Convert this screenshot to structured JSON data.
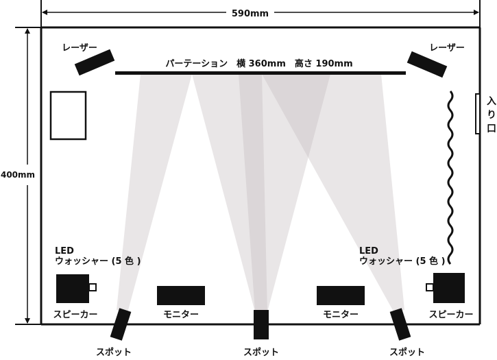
{
  "dimensions": {
    "width_label": "590mm",
    "height_label": "400mm"
  },
  "partition": {
    "label": "パーテーション　横 360mm　高さ 190mm"
  },
  "lasers": [
    {
      "label": "レーザー"
    },
    {
      "label": "レーザー"
    }
  ],
  "entrance": {
    "label_1": "入",
    "label_2": "り",
    "label_3": "口"
  },
  "washers": [
    {
      "label_line1": "LED",
      "label_line2": "ウォッシャー (5 色 )"
    },
    {
      "label_line1": "LED",
      "label_line2": "ウォッシャー (5 色 )"
    }
  ],
  "speakers": [
    {
      "label": "スピーカー"
    },
    {
      "label": "スピーカー"
    }
  ],
  "monitors": [
    {
      "label": "モニター"
    },
    {
      "label": "モニター"
    }
  ],
  "spots": [
    {
      "label": "スポット"
    },
    {
      "label": "スポット"
    },
    {
      "label": "スポット"
    }
  ],
  "colors": {
    "line": "#111111",
    "beam": "#c8c0c4",
    "background": "#ffffff"
  },
  "icons": {
    "curtain": "wavy-curtain",
    "arrow": "dimension-arrow"
  }
}
